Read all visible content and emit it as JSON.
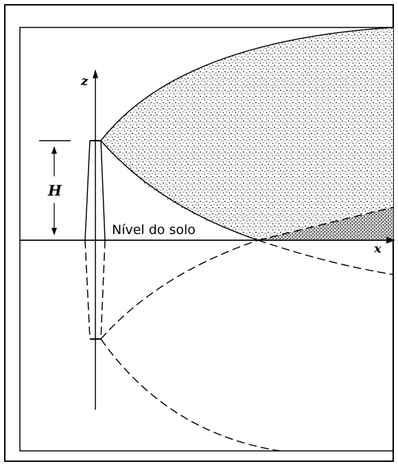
{
  "labels": {
    "z_axis": "z",
    "x_axis": "x",
    "height": "H",
    "ground": "Nível do solo"
  },
  "colors": {
    "ink": "#000000",
    "paper": "#ffffff"
  }
}
